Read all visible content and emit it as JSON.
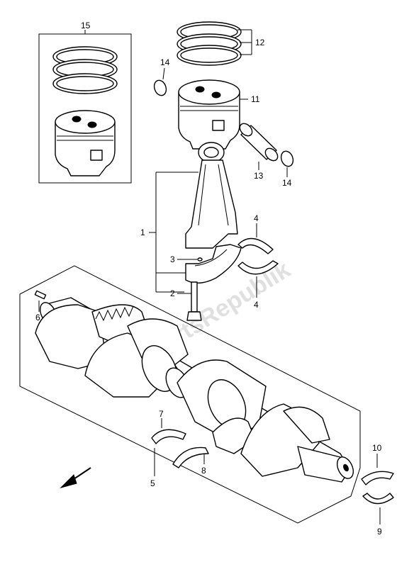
{
  "watermark": "PartsRepublik",
  "callouts": {
    "c1": "1",
    "c2": "2",
    "c3": "3",
    "c4a": "4",
    "c4b": "4",
    "c5": "5",
    "c6": "6",
    "c7": "7",
    "c8": "8",
    "c9": "9",
    "c10": "10",
    "c11": "11",
    "c12": "12",
    "c13": "13",
    "c14a": "14",
    "c14b": "14",
    "c15": "15"
  }
}
